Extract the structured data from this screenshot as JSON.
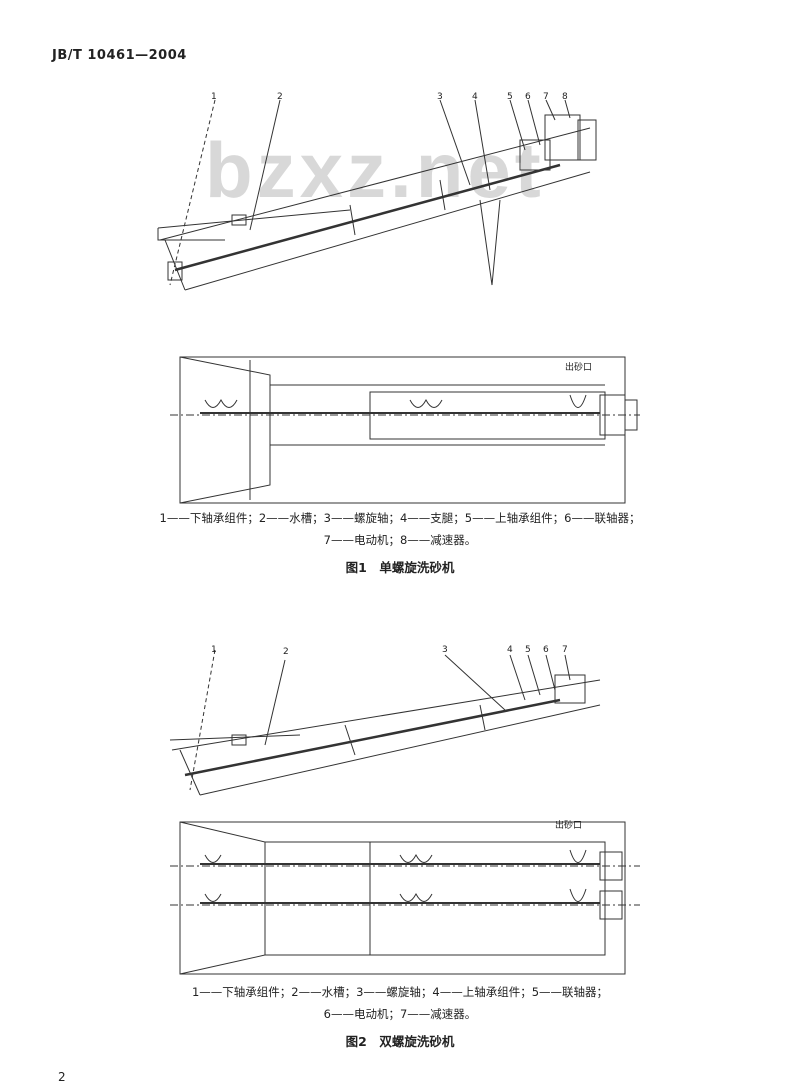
{
  "header": {
    "standard_code": "JB/T 10461—2004"
  },
  "watermark": "bzxz.net",
  "figure1": {
    "part_numbers": [
      "1",
      "2",
      "3",
      "4",
      "5",
      "6",
      "7",
      "8"
    ],
    "outlet_label": "出砂口",
    "legend_line1": "1——下轴承组件；2——水槽；3——螺旋轴；4——支腿；5——上轴承组件；6——联轴器；",
    "legend_line2": "7——电动机；8——减速器。",
    "caption": "图1　单螺旋洗砂机"
  },
  "figure2": {
    "part_numbers": [
      "1",
      "2",
      "3",
      "4",
      "5",
      "6",
      "7"
    ],
    "outlet_label": "出砂口",
    "legend_line1": "1——下轴承组件；2——水槽；3——螺旋轴；4——上轴承组件；5——联轴器；",
    "legend_line2": "6——电动机；7——减速器。",
    "caption": "图2　双螺旋洗砂机"
  },
  "footer": {
    "page_number": "2"
  }
}
